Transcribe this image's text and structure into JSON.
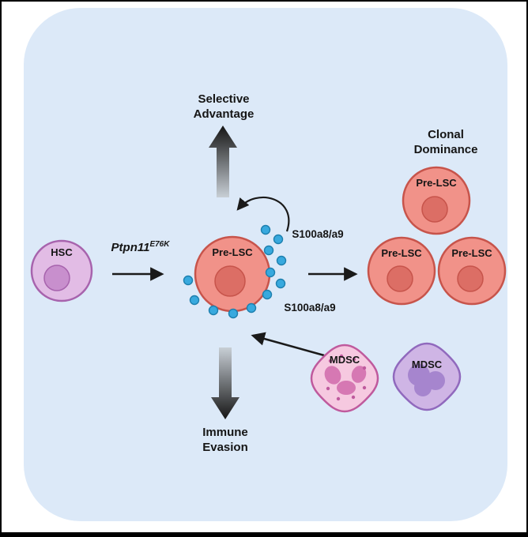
{
  "panel": {
    "background": "#dce9f8",
    "page_background": "#ffffff",
    "frame_color": "#000000"
  },
  "labels": {
    "selective_advantage": "Selective Advantage",
    "clonal_dominance": "Clonal Dominance",
    "immune_evasion": "Immune Evasion",
    "s100_upper": "S100a8/a9",
    "s100_lower": "S100a8/a9",
    "mutation_gene": "Ptpn11",
    "mutation_superscript": "E76K"
  },
  "cells": {
    "hsc": {
      "label": "HSC",
      "body": "#e2bce5",
      "border": "#a763ad",
      "nucleus": "#c88fcd"
    },
    "pre_lsc": {
      "label": "Pre-LSC",
      "body": "#f19289",
      "border": "#c7544b",
      "nucleus": "#dc6e65"
    },
    "clones": [
      {
        "label": "Pre-LSC"
      },
      {
        "label": "Pre-LSC"
      },
      {
        "label": "Pre-LSC"
      }
    ],
    "mdsc_pink": {
      "label": "MDSC",
      "body": "#f6c9e0",
      "border": "#bf5a9d",
      "nucleus": "#d678b3"
    },
    "mdsc_purple": {
      "label": "MDSC",
      "body": "#cfb5e5",
      "border": "#9069bd",
      "nucleus": "#a685ce"
    }
  },
  "molecules": {
    "fill": "#38a9de",
    "border": "#1d7fae"
  },
  "arrows": {
    "color": "#1a1a1a"
  }
}
